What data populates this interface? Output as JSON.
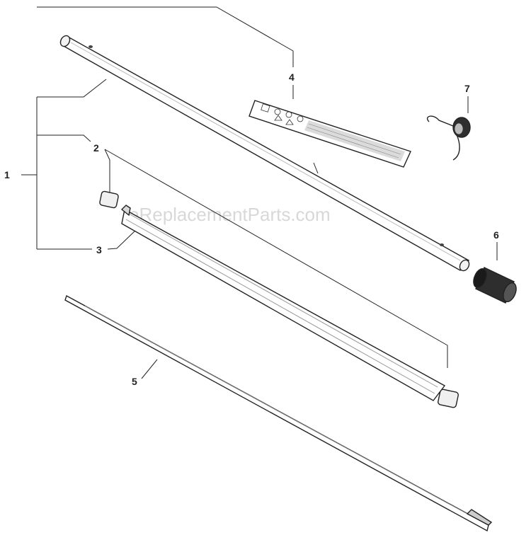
{
  "diagram": {
    "watermark": "eReplacementParts.com",
    "callouts": {
      "c1": "1",
      "c2": "2",
      "c3": "3",
      "c4": "4",
      "c5": "5",
      "c6": "6",
      "c7": "7"
    }
  }
}
